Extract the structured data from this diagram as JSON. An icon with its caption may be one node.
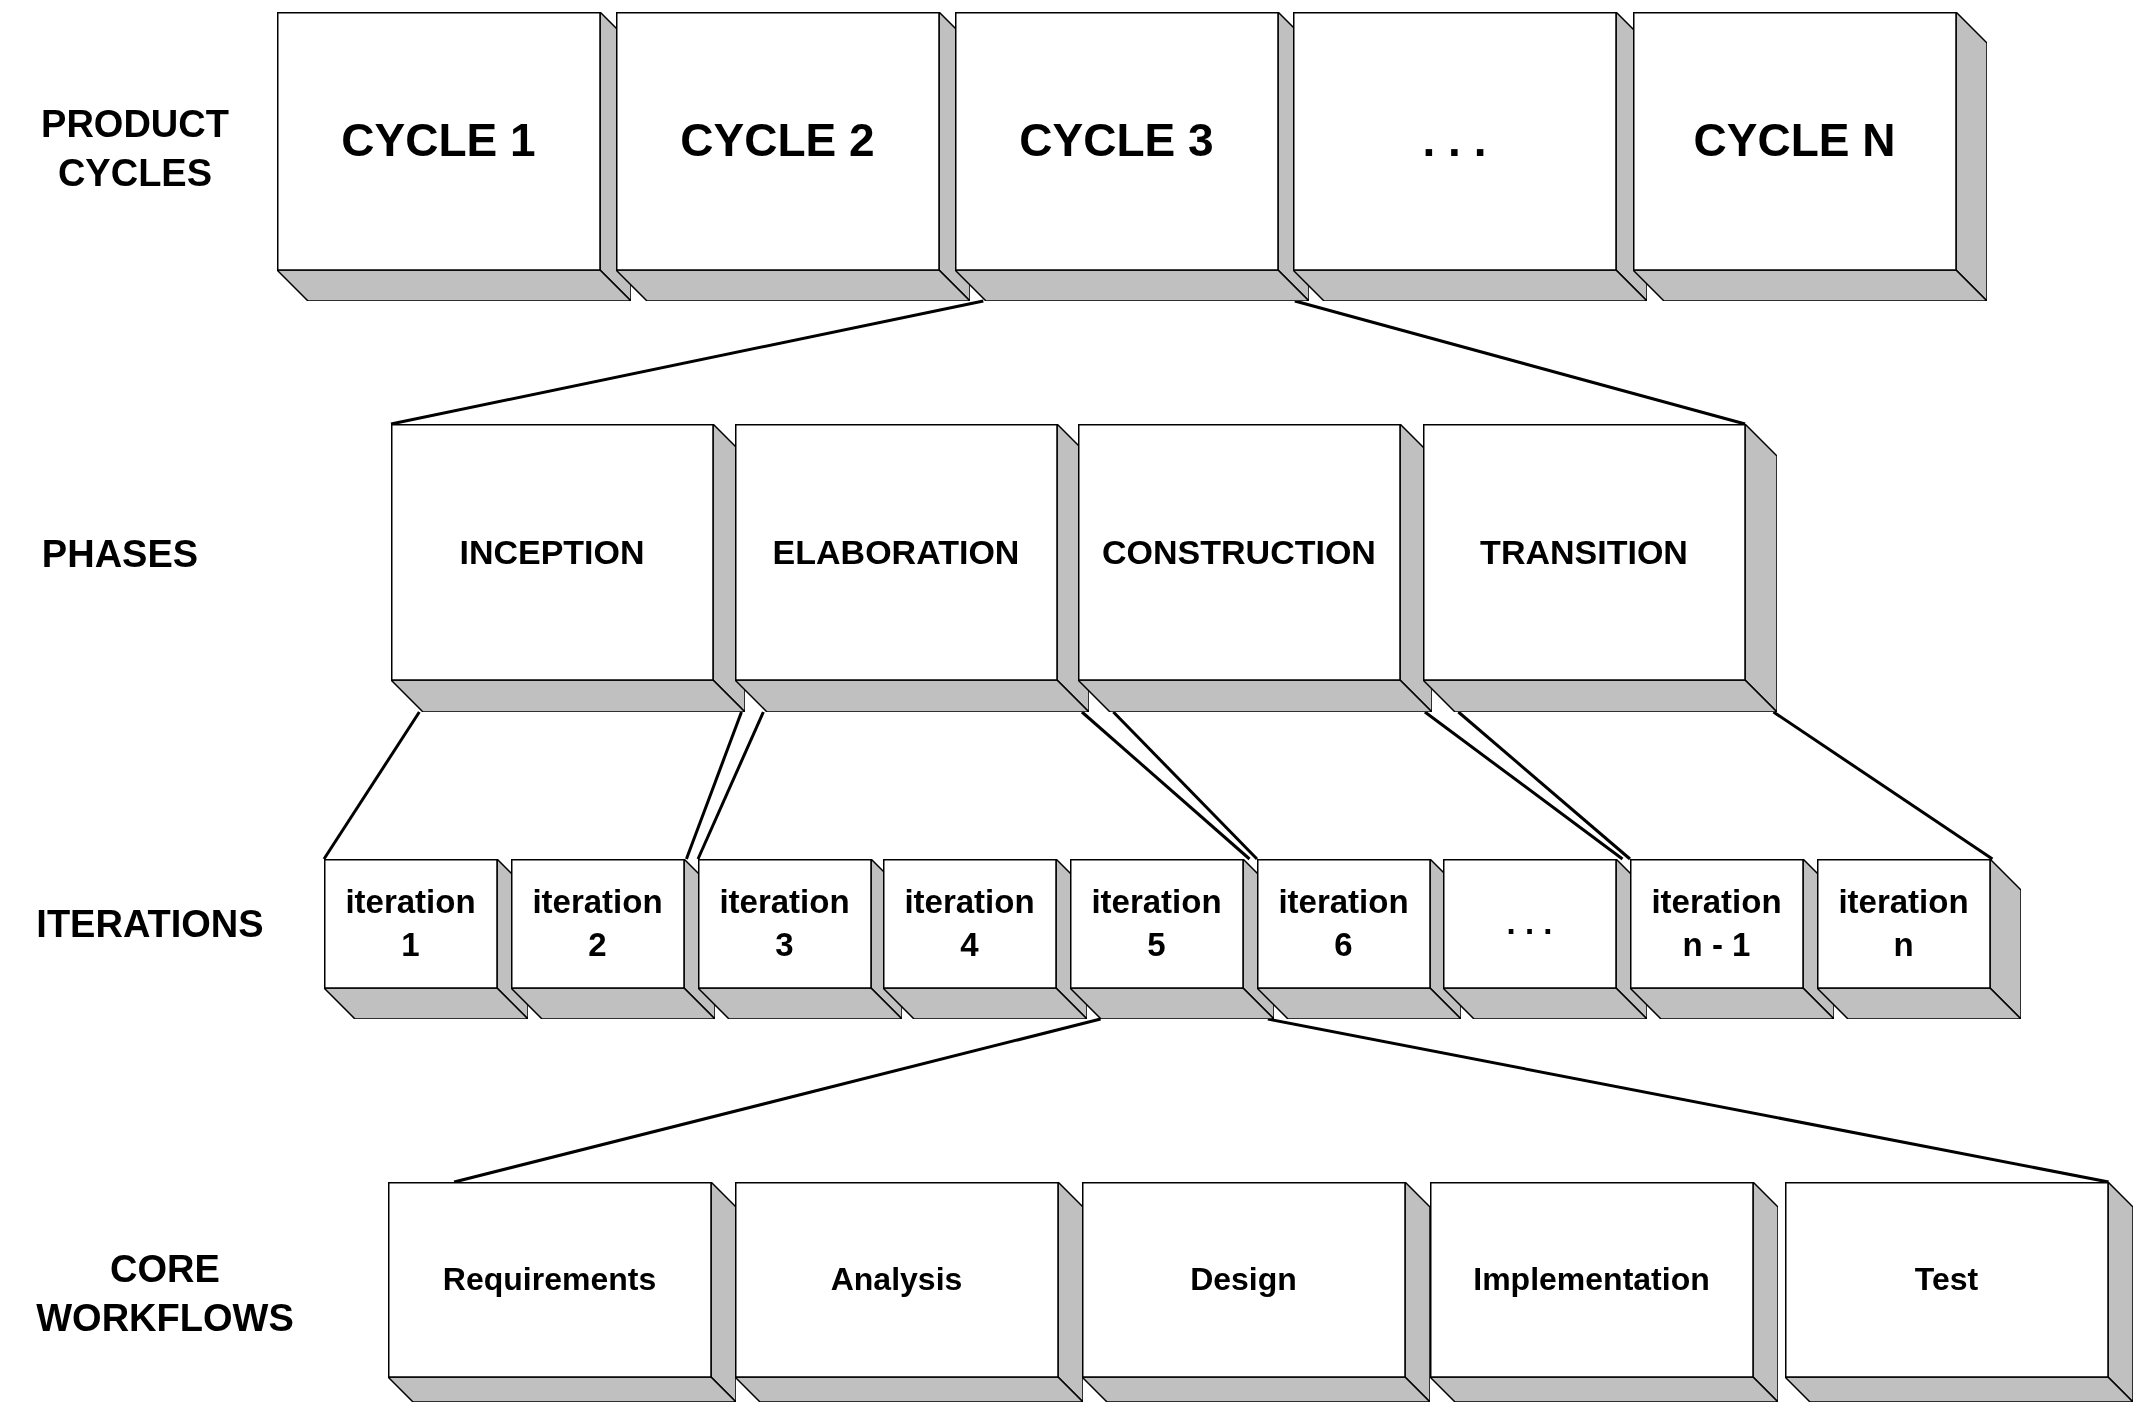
{
  "diagram": {
    "nodes": [
      {
        "text": [
          "CYCLE 1"
        ]
      },
      {
        "text": [
          "CYCLE 2"
        ]
      },
      {
        "text": [
          "CYCLE 3"
        ]
      },
      {
        "text": [
          ". . ."
        ]
      },
      {
        "text": [
          "CYCLE N"
        ]
      },
      {
        "text": [
          "INCEPTION"
        ]
      },
      {
        "text": [
          "ELABORATION"
        ]
      },
      {
        "text": [
          "CONSTRUCTION"
        ]
      },
      {
        "text": [
          "TRANSITION"
        ]
      },
      {
        "text": [
          "iteration 1"
        ]
      },
      {
        "text": [
          "iteration 2"
        ]
      },
      {
        "text": [
          "iteration 3"
        ]
      },
      {
        "text": [
          "iteration 4"
        ]
      },
      {
        "text": [
          "iteration 5"
        ]
      },
      {
        "text": [
          "iteration 6"
        ]
      },
      {
        "text": [
          ". . ."
        ]
      },
      {
        "text": [
          "iteration n - 1"
        ]
      },
      {
        "text": [
          "iteration n"
        ]
      },
      {
        "text": [
          "Requirements"
        ]
      },
      {
        "text": [
          "Analysis"
        ]
      },
      {
        "text": [
          "Design"
        ]
      },
      {
        "text": [
          "Implementation"
        ]
      },
      {
        "text": [
          "Test"
        ]
      }
    ],
    "edges": [
      {
        "from": 2,
        "to": 5,
        "arrow": "none"
      },
      {
        "from": 2,
        "to": 8,
        "arrow": "none"
      },
      {
        "from": 5,
        "to": 9,
        "arrow": "none"
      },
      {
        "from": 5,
        "to": 10,
        "arrow": "none"
      },
      {
        "from": 6,
        "to": 11,
        "arrow": "none"
      },
      {
        "from": 6,
        "to": 13,
        "arrow": "none"
      },
      {
        "from": 7,
        "to": 14,
        "arrow": "none"
      },
      {
        "from": 7,
        "to": 15,
        "arrow": "none"
      },
      {
        "from": 8,
        "to": 16,
        "arrow": "none"
      },
      {
        "from": 8,
        "to": 17,
        "arrow": "none"
      },
      {
        "from": 13,
        "to": 18,
        "arrow": "none"
      },
      {
        "from": 13,
        "to": 22,
        "arrow": "none"
      }
    ],
    "labels": [
      "PRODUCT CYCLES",
      "PHASES",
      "ITERATIONS",
      "CORE WORKFLOWS"
    ]
  }
}
